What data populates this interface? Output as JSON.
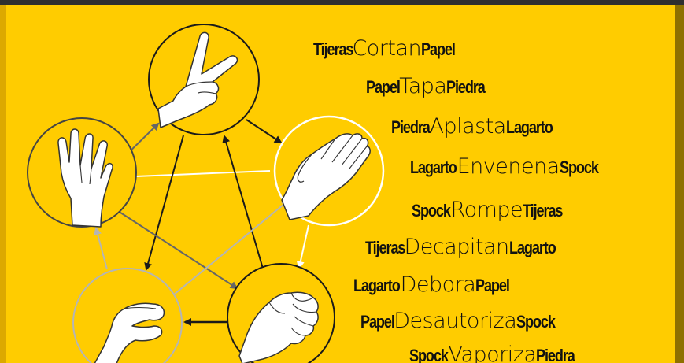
{
  "colors": {
    "background": "#ffcc00",
    "text": "#111111",
    "arrow_dark": "#1a1a1a",
    "arrow_gray": "#666666",
    "arrow_light": "#b5b5b5",
    "arrow_white": "#ffffff"
  },
  "hands": [
    {
      "id": "tijeras",
      "icon": "scissors-hand-icon",
      "ring": "#1a1a1a"
    },
    {
      "id": "papel",
      "icon": "paper-hand-icon",
      "ring": "#ffffff"
    },
    {
      "id": "piedra",
      "icon": "rock-fist-icon",
      "ring": "#1a1a1a"
    },
    {
      "id": "lagarto",
      "icon": "lizard-hand-icon",
      "ring": "#b5b5b5"
    },
    {
      "id": "spock",
      "icon": "spock-hand-icon",
      "ring": "#666666"
    }
  ],
  "rules": [
    {
      "subject": "Tijeras",
      "verb": "Cortan",
      "object": "Papel"
    },
    {
      "subject": "Papel",
      "verb": "Tapa",
      "object": "Piedra"
    },
    {
      "subject": "Piedra",
      "verb": "Aplasta",
      "object": "Lagarto"
    },
    {
      "subject": "Lagarto",
      "verb": "Envenena",
      "object": "Spock"
    },
    {
      "subject": "Spock",
      "verb": "Rompe",
      "object": "Tijeras"
    },
    {
      "subject": "Tijeras",
      "verb": "Decapitan",
      "object": "Lagarto"
    },
    {
      "subject": "Lagarto",
      "verb": "Debora",
      "object": "Papel"
    },
    {
      "subject": "Papel",
      "verb": "Desautoriza",
      "object": "Spock"
    },
    {
      "subject": "Spock",
      "verb": "Vaporiza",
      "object": "Piedra"
    }
  ]
}
